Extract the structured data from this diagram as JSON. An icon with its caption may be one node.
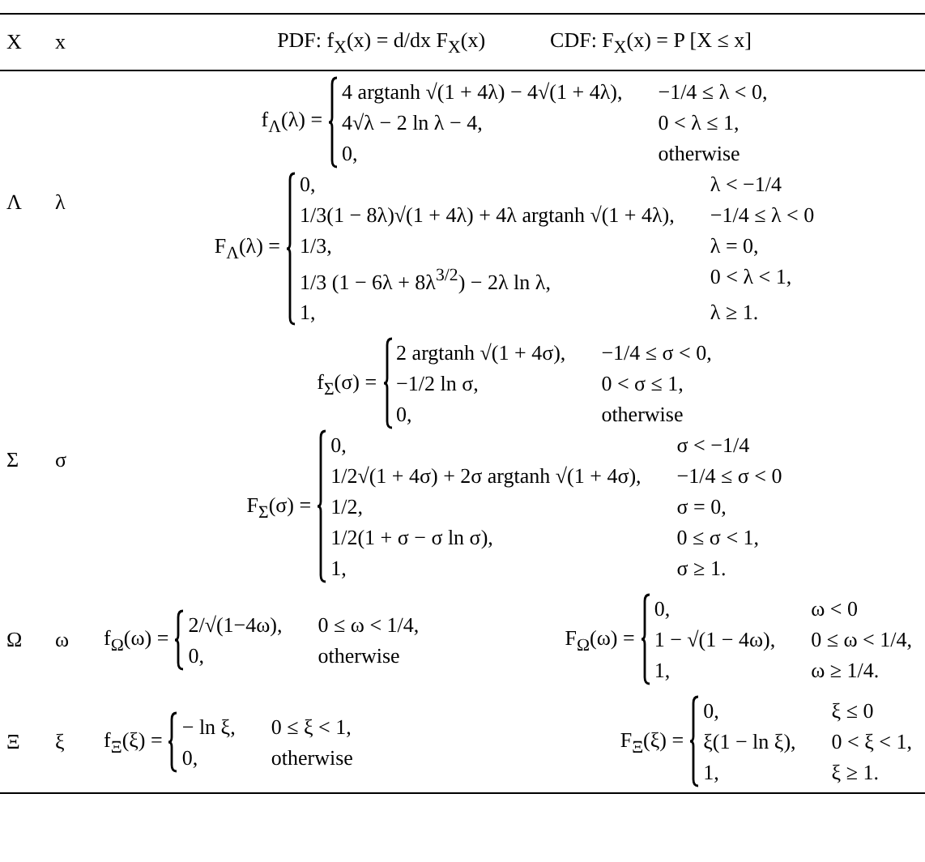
{
  "diagram": {
    "labels": [
      "X",
      "x",
      "PDF: f$_{X}$(x) = d/dx F$_{X}$(x)",
      "CDF: F$_{X}$(x) = P [X ≤ x]",
      "Λ",
      "λ",
      "f$_{Λ}$(λ) =",
      "4 argtanh √(1 + 4λ) − 4√(1 + 4λ),",
      "−1/4 ≤ λ < 0,",
      "4√λ − 2 ln λ − 4,",
      "0 < λ ≤ 1,",
      "0,",
      "otherwise",
      "F$_{Λ}$(λ) =",
      "0,",
      "λ < −1/4",
      "1/3(1 − 8λ)√(1 + 4λ) + 4λ argtanh √(1 + 4λ),",
      "−1/4 ≤ λ < 0",
      "1/3,",
      "λ = 0,",
      "1/3 (1 − 6λ + 8λ$^{3/2}$) − 2λ ln λ,",
      "0 < λ < 1,",
      "1,",
      "λ ≥ 1.",
      "Σ",
      "σ",
      "f$_{Σ}$(σ) =",
      "2 argtanh √(1 + 4σ),",
      "−1/4 ≤ σ < 0,",
      "−1/2 ln σ,",
      "0 < σ ≤ 1,",
      "0,",
      "otherwise",
      "F$_{Σ}$(σ) =",
      "0,",
      "σ < −1/4",
      "1/2√(1 + 4σ) + 2σ argtanh √(1 + 4σ),",
      "−1/4 ≤ σ < 0",
      "1/2,",
      "σ = 0,",
      "1/2(1 + σ − σ ln σ),",
      "0 ≤ σ < 1,",
      "1,",
      "σ ≥ 1.",
      "Ω",
      "ω",
      "f$_{Ω}$(ω) =",
      "2/√(1−4ω),",
      "0 ≤ ω < 1/4,",
      "0,",
      "otherwise",
      "F$_{Ω}$(ω) =",
      "0,",
      "ω < 0",
      "1 − √(1 − 4ω),",
      "0 ≤ ω < 1/4,",
      "1,",
      "ω ≥ 1/4.",
      "Ξ",
      "ξ",
      "f$_{Ξ}$(ξ) =",
      "− ln ξ,",
      "0 ≤ ξ < 1,",
      "0,",
      "otherwise",
      "F$_{Ξ}$(ξ) =",
      "0,",
      "ξ ≤ 0",
      "ξ(1 − ln ξ),",
      "0 < ξ < 1,",
      "1,",
      "ξ ≥ 1."
    ]
  }
}
